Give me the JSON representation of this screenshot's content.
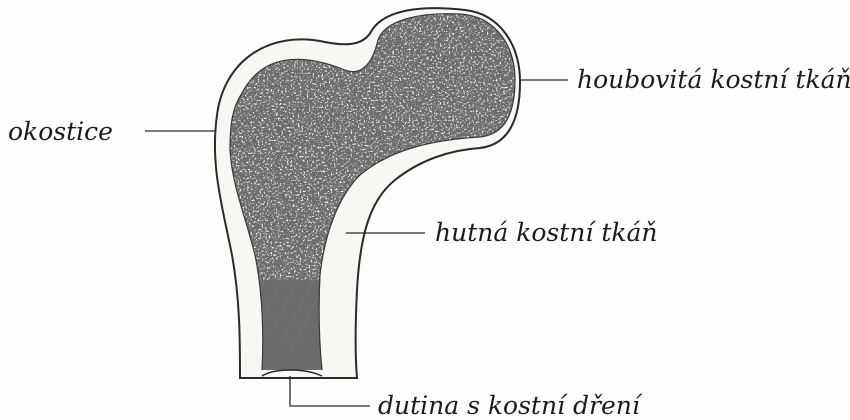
{
  "labels": {
    "spongy": "houbovitá kostní tkáň",
    "periosteum": "okostice",
    "compact": "hutná kostní tkáň",
    "cavity": "dutina s kostní dření"
  },
  "colors": {
    "background": "#fdfdfc",
    "bone_outline": "#2b2b2b",
    "cortex_fill": "#f7f7f3",
    "spongy_fill": "#6b6b6b",
    "speckle_light": "#eeeeee",
    "speckle_dark": "#3c3c3c",
    "label_text": "#1c1c1c"
  }
}
